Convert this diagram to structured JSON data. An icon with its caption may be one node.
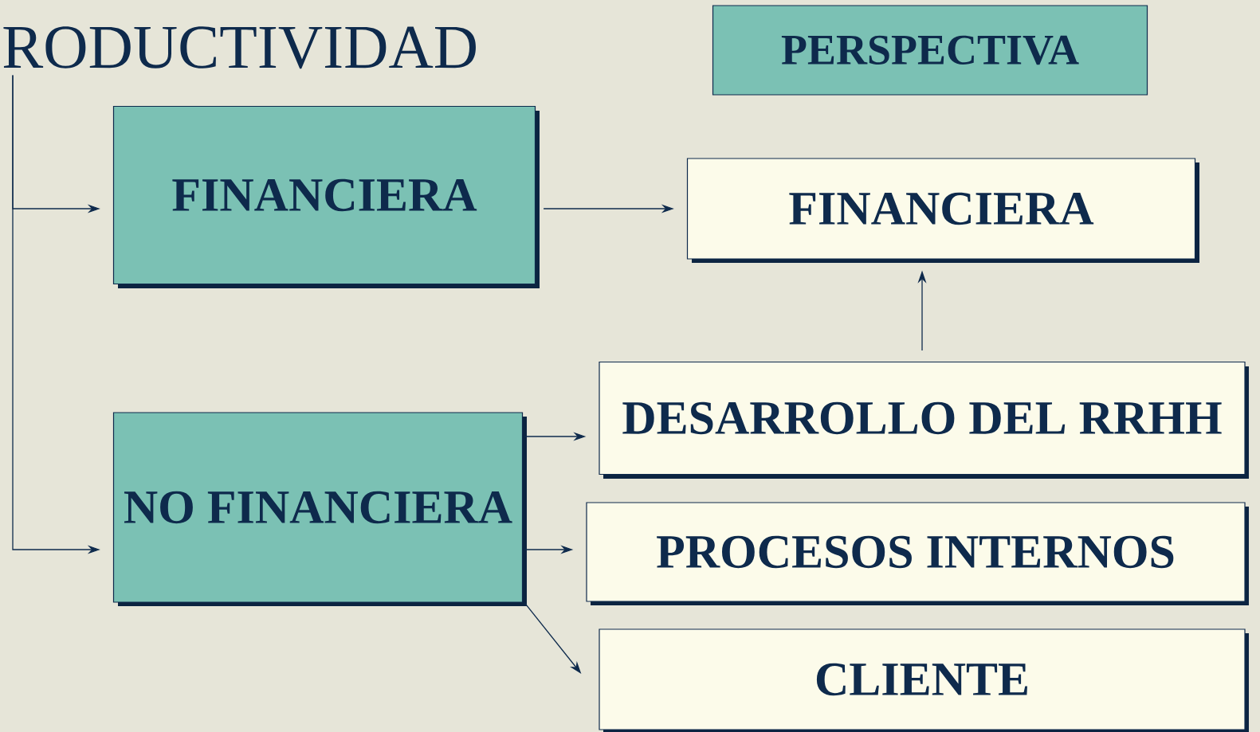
{
  "diagram": {
    "nodes": [
      {
        "text": [
          "RODUCTIVIDAD"
        ]
      },
      {
        "text": [
          "PERSPECTIVA"
        ]
      },
      {
        "text": [
          "FINANCIERA"
        ]
      },
      {
        "text": [
          "FINANCIERA"
        ]
      },
      {
        "text": [
          "NO FINANCIERA"
        ]
      },
      {
        "text": [
          "DESARROLLO DEL RRHH"
        ]
      },
      {
        "text": [
          "PROCESOS INTERNOS"
        ]
      },
      {
        "text": [
          "CLIENTE"
        ]
      }
    ],
    "edges": [
      {
        "from": 0,
        "to": 2,
        "arrow": "to"
      },
      {
        "from": 0,
        "to": 4,
        "arrow": "to"
      },
      {
        "from": 2,
        "to": 3,
        "arrow": "to"
      },
      {
        "from": 5,
        "to": 3,
        "arrow": "to"
      },
      {
        "from": 4,
        "to": 5,
        "arrow": "to"
      },
      {
        "from": 4,
        "to": 6,
        "arrow": "to"
      },
      {
        "from": 4,
        "to": 7,
        "arrow": "to"
      }
    ]
  }
}
